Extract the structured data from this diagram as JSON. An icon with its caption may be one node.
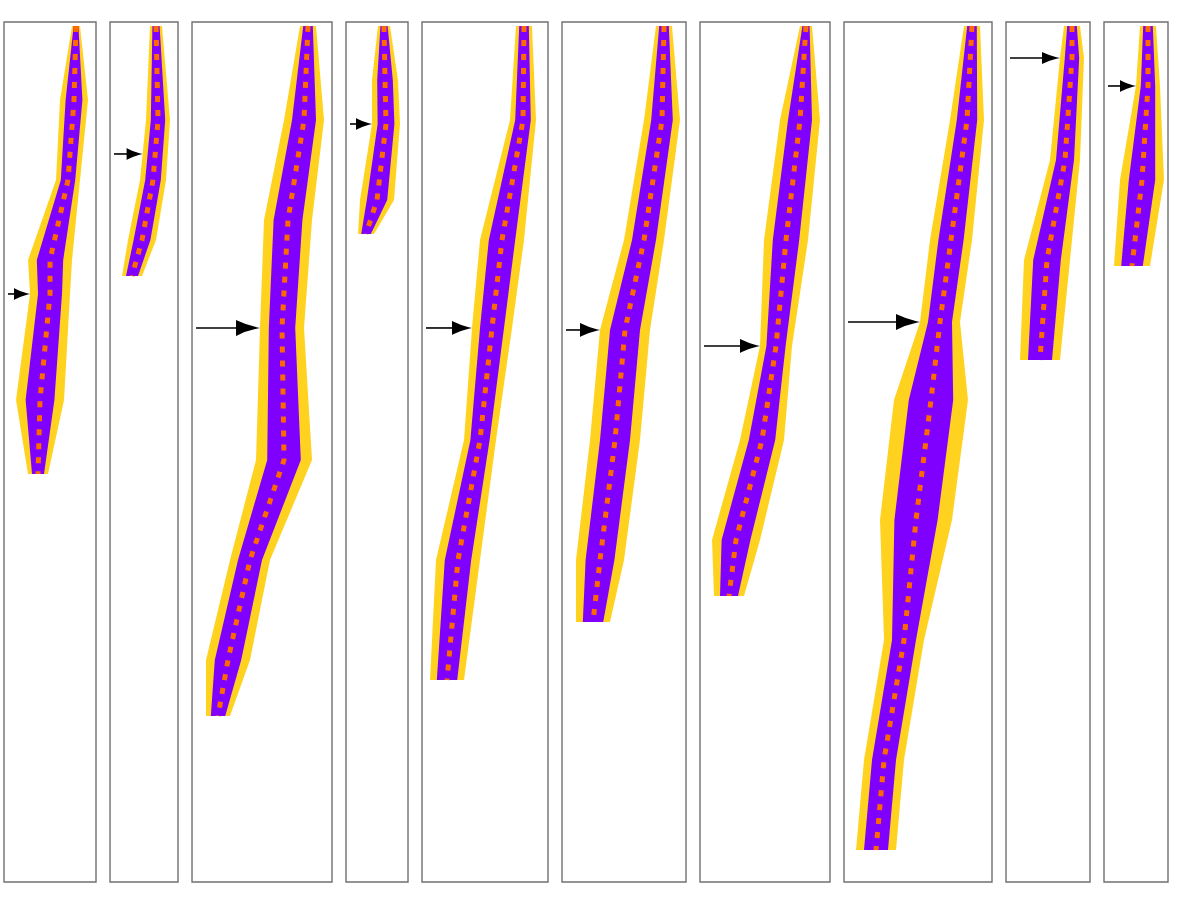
{
  "diagram": {
    "nodes": [
      {
        "text": [],
        "shape": "box"
      },
      {
        "text": [],
        "shape": "picture",
        "in": 0
      },
      {
        "text": [],
        "shape": "box"
      },
      {
        "text": [],
        "shape": "picture",
        "in": 2
      },
      {
        "text": [],
        "shape": "box"
      },
      {
        "text": [],
        "shape": "picture",
        "in": 4
      },
      {
        "text": [],
        "shape": "box"
      },
      {
        "text": [],
        "shape": "picture",
        "in": 6
      },
      {
        "text": [],
        "shape": "box"
      },
      {
        "text": [],
        "shape": "picture",
        "in": 8
      },
      {
        "text": [],
        "shape": "box"
      },
      {
        "text": [],
        "shape": "picture",
        "in": 10
      },
      {
        "text": [],
        "shape": "box"
      },
      {
        "text": [],
        "shape": "picture",
        "in": 12
      },
      {
        "text": [],
        "shape": "box"
      },
      {
        "text": [],
        "shape": "picture",
        "in": 14
      },
      {
        "text": [],
        "shape": "box"
      },
      {
        "text": [],
        "shape": "picture",
        "in": 16
      },
      {
        "text": [],
        "shape": "box"
      },
      {
        "text": [],
        "shape": "picture",
        "in": 18
      }
    ],
    "edges": [
      {
        "from": null,
        "to": 1,
        "arrow": "to"
      },
      {
        "from": null,
        "to": 3,
        "arrow": "to"
      },
      {
        "from": null,
        "to": 5,
        "arrow": "to"
      },
      {
        "from": null,
        "to": 7,
        "arrow": "to"
      },
      {
        "from": null,
        "to": 9,
        "arrow": "to"
      },
      {
        "from": null,
        "to": 11,
        "arrow": "to"
      },
      {
        "from": null,
        "to": 13,
        "arrow": "to"
      },
      {
        "from": null,
        "to": 15,
        "arrow": "to"
      },
      {
        "from": null,
        "to": 17,
        "arrow": "to"
      },
      {
        "from": null,
        "to": 19,
        "arrow": "to"
      }
    ]
  }
}
